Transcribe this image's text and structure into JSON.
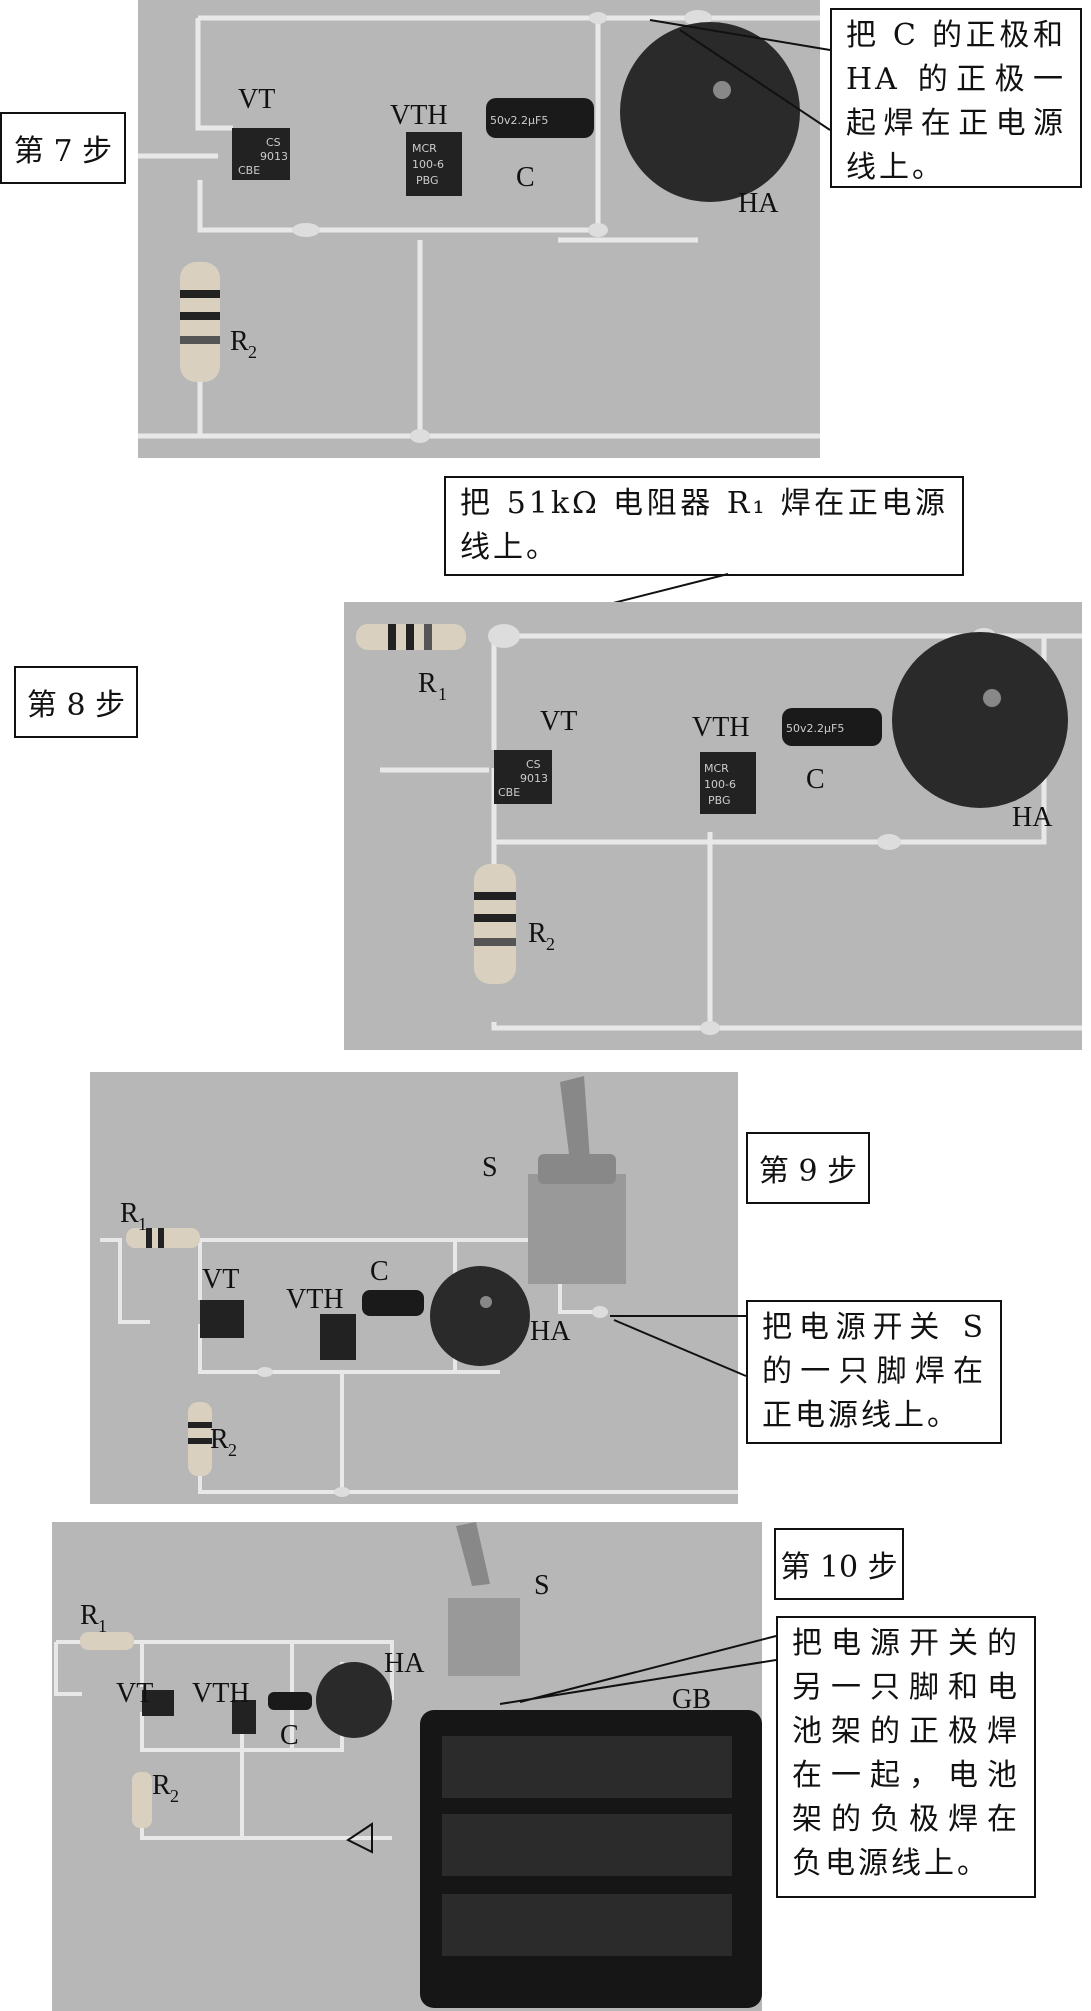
{
  "steps": [
    {
      "label": "第 7 步",
      "note": "把 C 的正极和 HA 的正极一起焊在正电源线上。"
    },
    {
      "label": "第 8 步",
      "note": "把 51kΩ 电阻器 R₁ 焊在正电源线上。"
    },
    {
      "label": "第 9 步",
      "note": "把电源开关 S 的一只脚焊在正电源线上。"
    },
    {
      "label": "第 10 步",
      "note": "把电源开关的另一只脚和电池架的正极焊在一起，电池架的负极焊在负电源线上。"
    }
  ],
  "components": {
    "VT": "VT",
    "VTH": "VTH",
    "C": "C",
    "HA": "HA",
    "R1": "R",
    "R2": "R",
    "S": "S",
    "GB": "GB",
    "sub1": "1",
    "sub2": "2",
    "vt_marking": [
      "CS",
      "9013",
      "CBE"
    ],
    "vth_marking": [
      "MCR",
      "100-6",
      "PBG"
    ],
    "cap_marking": "50v2.2μF5"
  }
}
